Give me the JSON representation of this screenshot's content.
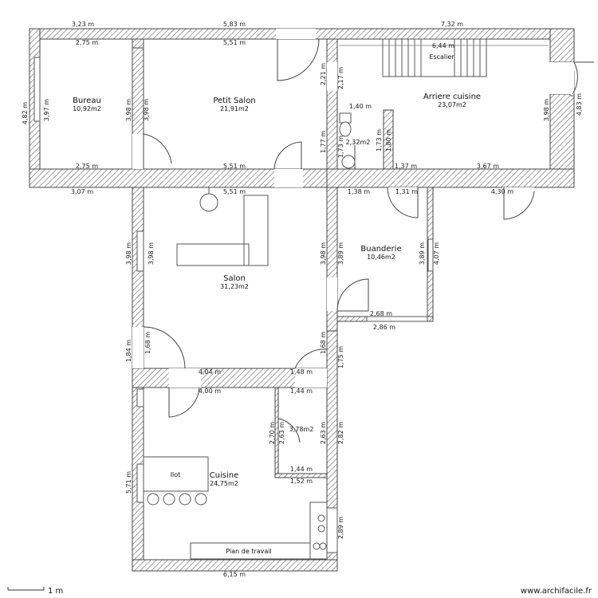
{
  "rooms": {
    "bureau": {
      "name": "Bureau",
      "area": "10,92m2"
    },
    "petit_salon": {
      "name": "Petit Salon",
      "area": "21,91m2"
    },
    "arriere_cuisine": {
      "name": "Arriere cuisine",
      "area": "23,07m2"
    },
    "escalier": {
      "name": "Escalier"
    },
    "wc": {
      "area": "2,32m2"
    },
    "buanderie": {
      "name": "Buanderie",
      "area": "10,46m2"
    },
    "salon": {
      "name": "Salon",
      "area": "31,23m2"
    },
    "placard": {
      "area": "3,78m2"
    },
    "cuisine": {
      "name": "Cuisine",
      "area": "24,75m2"
    },
    "ilot": {
      "name": "Ilot"
    },
    "plan_travail": {
      "name": "Plan de travail"
    }
  },
  "dims": {
    "d_3_23": "3,23 m",
    "d_5_83": "5,83 m",
    "d_7_32": "7,32 m",
    "d_2_75_top": "2,75 m",
    "d_5_51_top": "5,51 m",
    "d_6_44": "6,44 m",
    "d_2_75_bot": "2,75 m",
    "d_5_51_mid": "5,51 m",
    "d_3_07": "3,07 m",
    "d_5_51_salon": "5,51 m",
    "d_4_82": "4,82 m",
    "d_3_97": "3,97 m",
    "d_3_98_a": "3,98 m",
    "d_3_98_b": "3,98 m",
    "d_2_21": "2,21 m",
    "d_2_17": "2,17 m",
    "d_1_77": "1,77 m",
    "d_3_98_r": "3,98 m",
    "d_4_83": "4,83 m",
    "d_1_40": "1,40 m",
    "d_1_73_a": "1,73 m",
    "d_1_73_b": "1,73 m",
    "d_1_80": "1,80 m",
    "d_1_37": "1,37 m",
    "d_3_67": "3,67 m",
    "d_1_38": "1,38 m",
    "d_1_31": "1,31 m",
    "d_4_30": "4,30 m",
    "d_3_98_s1": "3,98 m",
    "d_3_98_s2": "3,98 m",
    "d_3_98_s3": "3,98 m",
    "d_3_89_a": "3,89 m",
    "d_3_89_b": "3,89 m",
    "d_4_07": "4,07 m",
    "d_2_68": "2,68 m",
    "d_2_86": "2,86 m",
    "d_1_84": "1,84 m",
    "d_1_68_a": "1,68 m",
    "d_1_68_b": "1,68 m",
    "d_1_75": "1,75 m",
    "d_4_04": "4,04 m",
    "d_1_48": "1,48 m",
    "d_4_00": "4,00 m",
    "d_1_44_a": "1,44 m",
    "d_2_70": "2,70 m",
    "d_2_63_a": "2,63 m",
    "d_2_63_b": "2,63 m",
    "d_2_82": "2,82 m",
    "d_1_44_b": "1,44 m",
    "d_1_52": "1,52 m",
    "d_5_71": "5,71 m",
    "d_2_89": "2,89 m",
    "d_6_15": "6,15 m"
  },
  "scale": {
    "label": "1 m"
  },
  "footer": {
    "credit": "www.archifacile.fr"
  }
}
